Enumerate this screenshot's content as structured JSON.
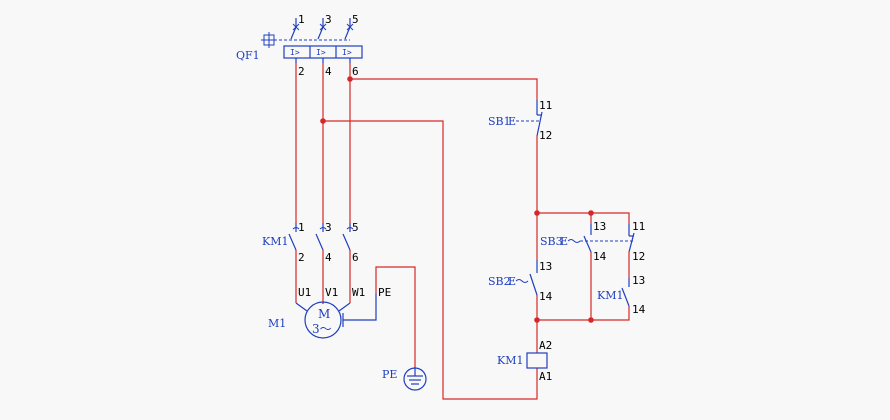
{
  "designations": {
    "qf1": "QF1",
    "km1_main": "KM1",
    "m1": "M1",
    "pe_ground": "PE",
    "sb1": "SB1",
    "sb3": "SB3",
    "sb2": "SB2",
    "km1_aux": "KM1",
    "km1_coil": "KM1"
  },
  "qf1_terminals": {
    "top": [
      "1",
      "3",
      "5"
    ],
    "bottom": [
      "2",
      "4",
      "6"
    ],
    "trip": [
      "I>",
      "I>",
      "I>"
    ]
  },
  "km1_main_terminals": {
    "top": [
      "1",
      "3",
      "5"
    ],
    "bottom": [
      "2",
      "4",
      "6"
    ]
  },
  "motor": {
    "terminals": [
      "U1",
      "V1",
      "W1",
      "PE"
    ],
    "symbol": "M",
    "subtitle": "3～"
  },
  "sb1_terminals": [
    "11",
    "12"
  ],
  "sb3_terminals": [
    "13",
    "14",
    "11",
    "12"
  ],
  "sb2_terminals": [
    "13",
    "14"
  ],
  "km1_aux_terminals": [
    "13",
    "14"
  ],
  "coil_terminals": [
    "A2",
    "A1"
  ],
  "operator_symbol": "E",
  "colors": {
    "wire": "#d62828",
    "symbol": "#1f3fbf",
    "junction": "#d62828",
    "text": "#000000"
  }
}
